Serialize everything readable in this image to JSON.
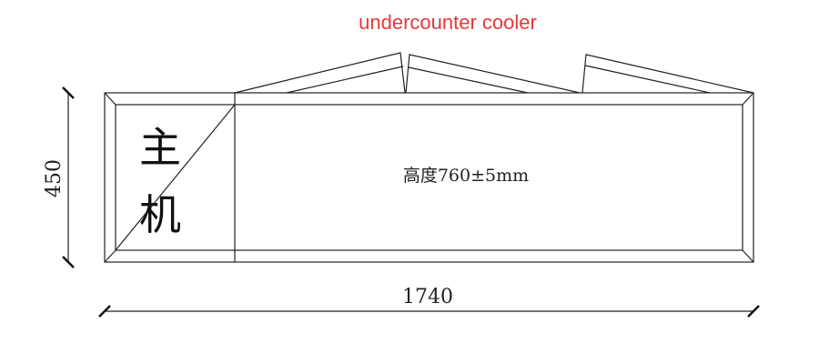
{
  "title": "undercounter cooler",
  "unit_label_line1": "主",
  "unit_label_line2": "机",
  "height_note": "高度760±5mm",
  "dimensions": {
    "width": "1740",
    "depth": "450"
  }
}
